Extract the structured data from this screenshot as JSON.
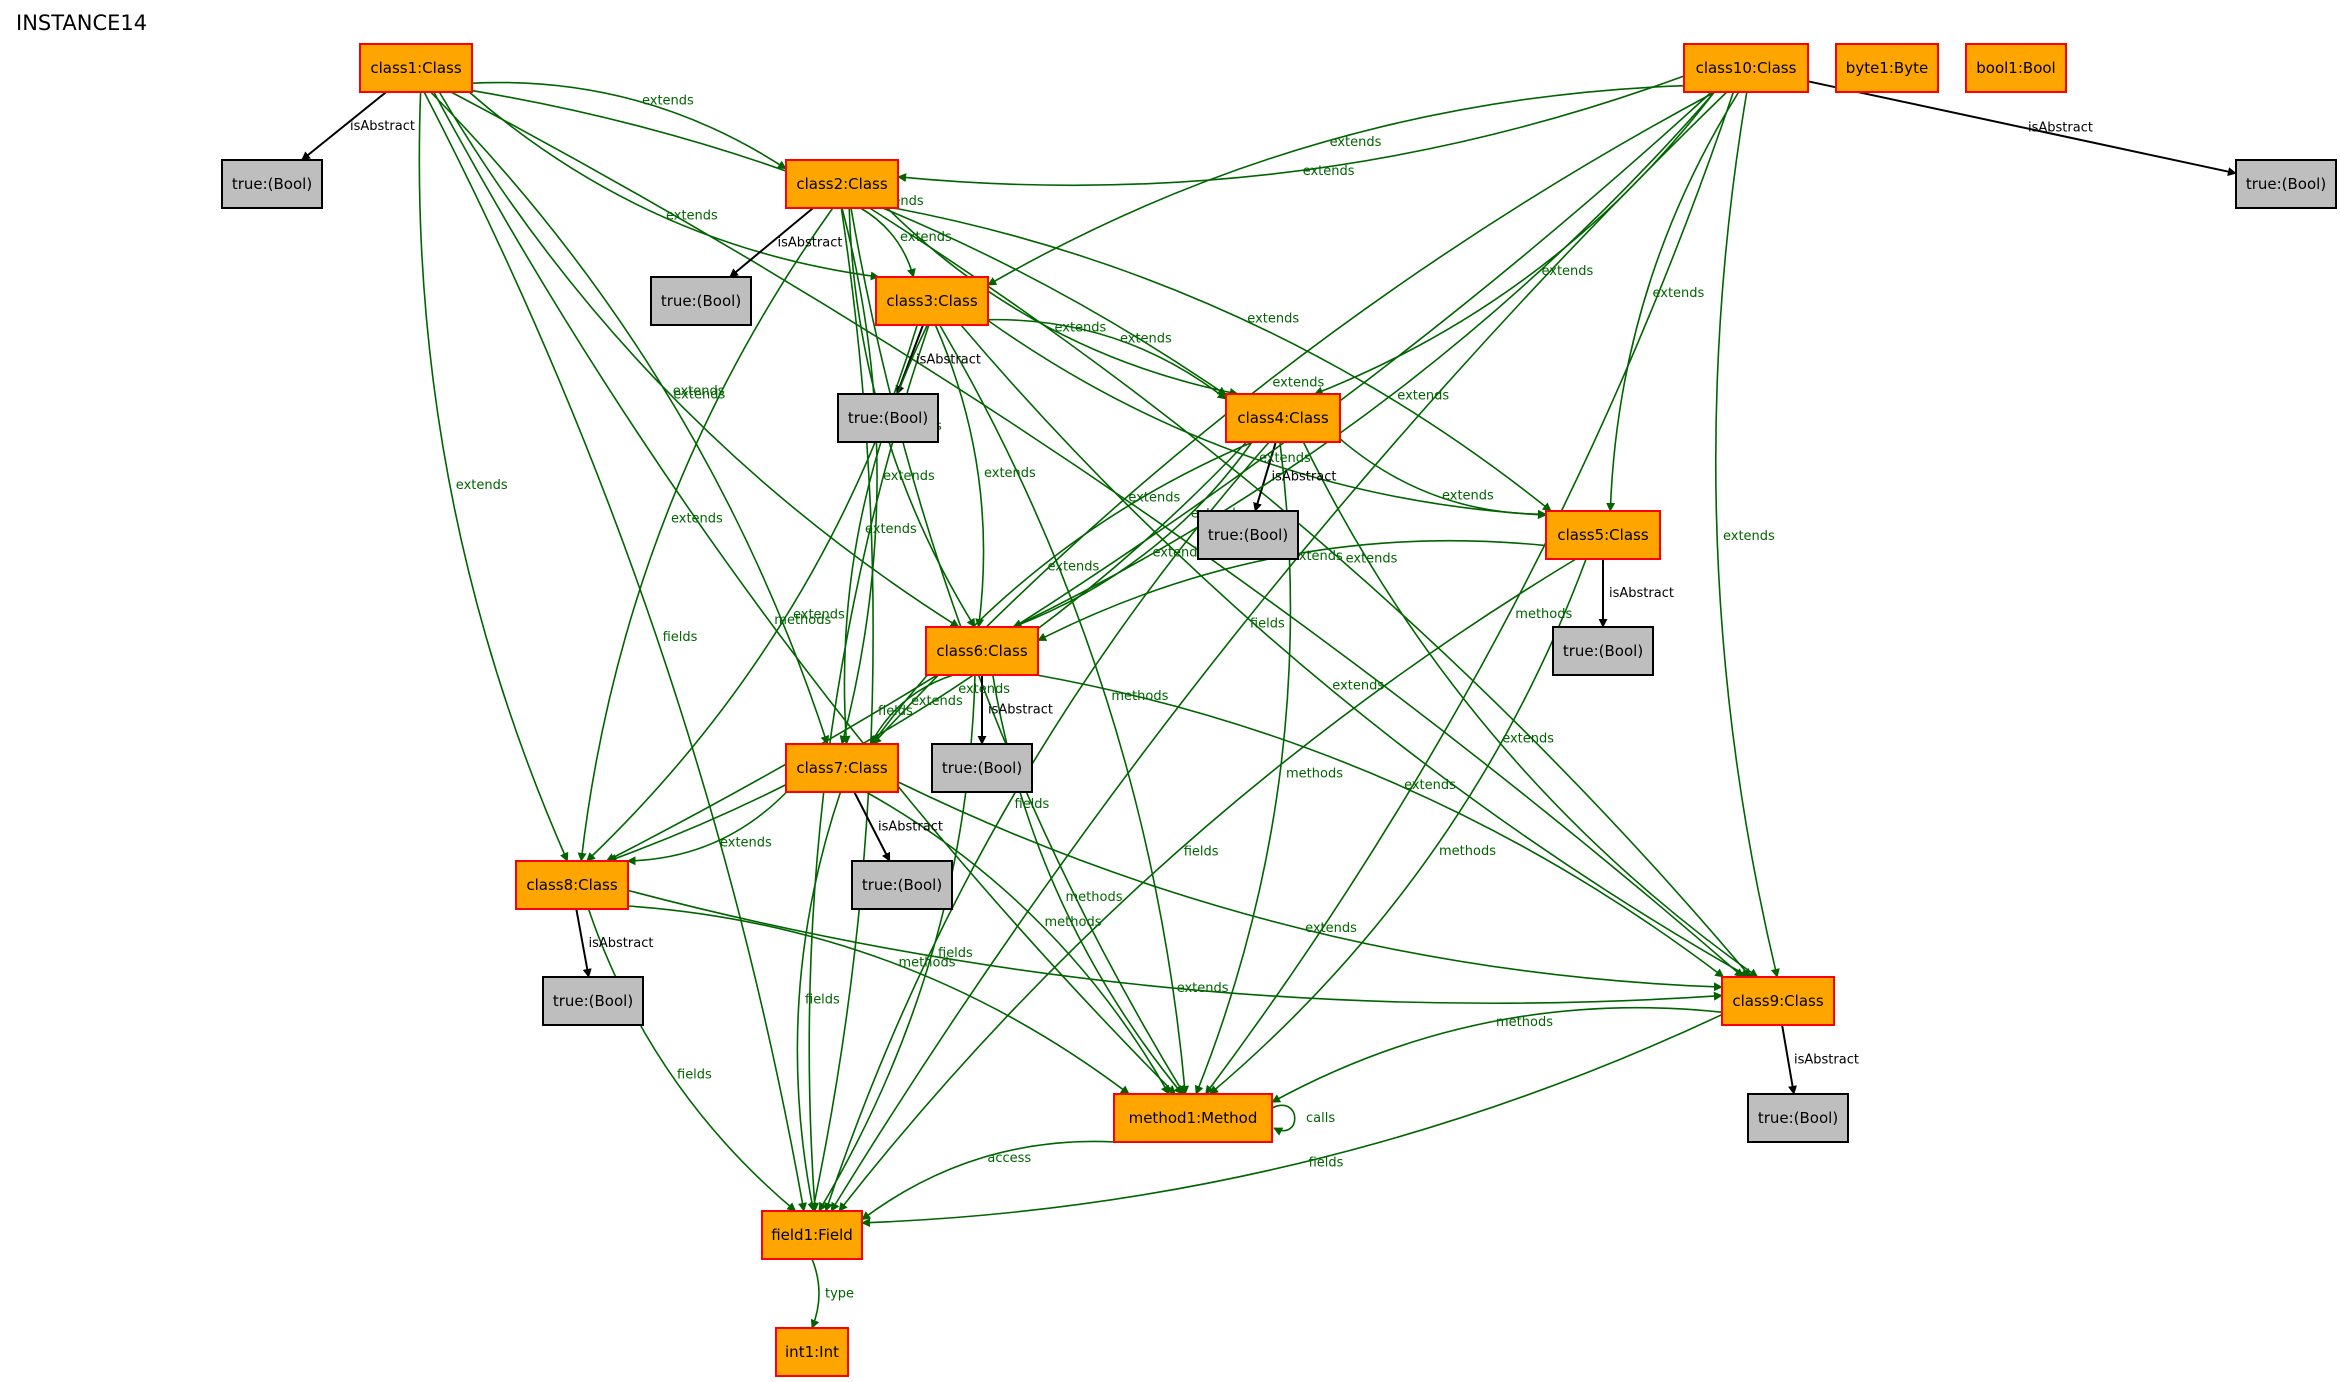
{
  "title": "INSTANCE14",
  "colors": {
    "class_fill": "#FFA500",
    "class_stroke": "#FF0000",
    "bool_fill": "#BEBEBE",
    "bool_stroke": "#000000",
    "green_edge": "#006400",
    "black_edge": "#000000"
  },
  "nodes": {
    "class1": "class1:Class",
    "class2": "class2:Class",
    "class3": "class3:Class",
    "class4": "class4:Class",
    "class5": "class5:Class",
    "class6": "class6:Class",
    "class7": "class7:Class",
    "class8": "class8:Class",
    "class9": "class9:Class",
    "class10": "class10:Class",
    "byte1": "byte1:Byte",
    "bool1": "bool1:Bool",
    "method1": "method1:Method",
    "field1": "field1:Field",
    "int1": "int1:Int",
    "t1": "true:(Bool)",
    "t2": "true:(Bool)",
    "t3": "true:(Bool)",
    "t4": "true:(Bool)",
    "t5": "true:(Bool)",
    "t6": "true:(Bool)",
    "t7": "true:(Bool)",
    "t8": "true:(Bool)",
    "t9": "true:(Bool)",
    "t10": "true:(Bool)"
  },
  "edge_labels": {
    "extends": "extends",
    "isAbstract": "isAbstract",
    "methods": "methods",
    "fields": "fields",
    "calls": "calls",
    "access": "access",
    "type": "type"
  },
  "edges": [
    {
      "from": "class1",
      "to": "t1",
      "label": "isAbstract"
    },
    {
      "from": "class1",
      "to": "class2",
      "label": "extends"
    },
    {
      "from": "class1",
      "to": "class3",
      "label": "extends"
    },
    {
      "from": "class1",
      "to": "class4",
      "label": "extends"
    },
    {
      "from": "class1",
      "to": "class6",
      "label": "extends"
    },
    {
      "from": "class1",
      "to": "class7",
      "label": "extends"
    },
    {
      "from": "class1",
      "to": "class8",
      "label": "extends"
    },
    {
      "from": "class1",
      "to": "class9",
      "label": "extends"
    },
    {
      "from": "class1",
      "to": "method1",
      "label": "methods"
    },
    {
      "from": "class1",
      "to": "field1",
      "label": "fields"
    },
    {
      "from": "class2",
      "to": "t2",
      "label": "isAbstract"
    },
    {
      "from": "class2",
      "to": "class3",
      "label": "extends"
    },
    {
      "from": "class2",
      "to": "class4",
      "label": "extends"
    },
    {
      "from": "class2",
      "to": "class5",
      "label": "extends"
    },
    {
      "from": "class2",
      "to": "class6",
      "label": "extends"
    },
    {
      "from": "class2",
      "to": "class7",
      "label": "extends"
    },
    {
      "from": "class2",
      "to": "class8",
      "label": "extends"
    },
    {
      "from": "class2",
      "to": "class9",
      "label": "extends"
    },
    {
      "from": "class2",
      "to": "method1",
      "label": "methods"
    },
    {
      "from": "class2",
      "to": "field1",
      "label": "fields"
    },
    {
      "from": "class3",
      "to": "t3",
      "label": "isAbstract"
    },
    {
      "from": "class3",
      "to": "class4",
      "label": "extends"
    },
    {
      "from": "class3",
      "to": "class5",
      "label": "extends"
    },
    {
      "from": "class3",
      "to": "class6",
      "label": "extends"
    },
    {
      "from": "class3",
      "to": "class7",
      "label": "extends"
    },
    {
      "from": "class3",
      "to": "class8",
      "label": "extends"
    },
    {
      "from": "class3",
      "to": "class9",
      "label": "extends"
    },
    {
      "from": "class3",
      "to": "method1",
      "label": "methods"
    },
    {
      "from": "class3",
      "to": "field1",
      "label": "fields"
    },
    {
      "from": "class4",
      "to": "t4",
      "label": "isAbstract"
    },
    {
      "from": "class4",
      "to": "class5",
      "label": "extends"
    },
    {
      "from": "class4",
      "to": "class6",
      "label": "extends"
    },
    {
      "from": "class4",
      "to": "class7",
      "label": "extends"
    },
    {
      "from": "class4",
      "to": "class8",
      "label": "extends"
    },
    {
      "from": "class4",
      "to": "class9",
      "label": "extends"
    },
    {
      "from": "class4",
      "to": "method1",
      "label": "methods"
    },
    {
      "from": "class4",
      "to": "field1",
      "label": "fields"
    },
    {
      "from": "class5",
      "to": "t5",
      "label": "isAbstract"
    },
    {
      "from": "class5",
      "to": "class6",
      "label": "extends"
    },
    {
      "from": "class5",
      "to": "method1",
      "label": "methods"
    },
    {
      "from": "class5",
      "to": "field1",
      "label": "fields"
    },
    {
      "from": "class6",
      "to": "t6",
      "label": "isAbstract"
    },
    {
      "from": "class6",
      "to": "class7",
      "label": "extends"
    },
    {
      "from": "class6",
      "to": "class9",
      "label": "extends"
    },
    {
      "from": "class6",
      "to": "method1",
      "label": "methods"
    },
    {
      "from": "class6",
      "to": "field1",
      "label": "fields"
    },
    {
      "from": "class7",
      "to": "t7",
      "label": "isAbstract"
    },
    {
      "from": "class7",
      "to": "class8",
      "label": "extends"
    },
    {
      "from": "class7",
      "to": "class9",
      "label": "extends"
    },
    {
      "from": "class7",
      "to": "method1",
      "label": "methods"
    },
    {
      "from": "class7",
      "to": "field1",
      "label": "fields"
    },
    {
      "from": "class8",
      "to": "t8",
      "label": "isAbstract"
    },
    {
      "from": "class8",
      "to": "class9",
      "label": "extends"
    },
    {
      "from": "class8",
      "to": "method1",
      "label": "methods"
    },
    {
      "from": "class8",
      "to": "field1",
      "label": "fields"
    },
    {
      "from": "class9",
      "to": "t9",
      "label": "isAbstract"
    },
    {
      "from": "class9",
      "to": "method1",
      "label": "methods"
    },
    {
      "from": "class9",
      "to": "field1",
      "label": "fields"
    },
    {
      "from": "class10",
      "to": "t10",
      "label": "isAbstract"
    },
    {
      "from": "class10",
      "to": "class2",
      "label": "extends"
    },
    {
      "from": "class10",
      "to": "class3",
      "label": "extends"
    },
    {
      "from": "class10",
      "to": "class4",
      "label": "extends"
    },
    {
      "from": "class10",
      "to": "class5",
      "label": "extends"
    },
    {
      "from": "class10",
      "to": "class6",
      "label": "extends"
    },
    {
      "from": "class10",
      "to": "class7",
      "label": "extends"
    },
    {
      "from": "class10",
      "to": "class8",
      "label": "extends"
    },
    {
      "from": "class10",
      "to": "class9",
      "label": "extends"
    },
    {
      "from": "class10",
      "to": "method1",
      "label": "methods"
    },
    {
      "from": "class10",
      "to": "field1",
      "label": "fields"
    },
    {
      "from": "method1",
      "to": "method1",
      "label": "calls"
    },
    {
      "from": "method1",
      "to": "field1",
      "label": "access"
    },
    {
      "from": "field1",
      "to": "int1",
      "label": "type"
    }
  ]
}
